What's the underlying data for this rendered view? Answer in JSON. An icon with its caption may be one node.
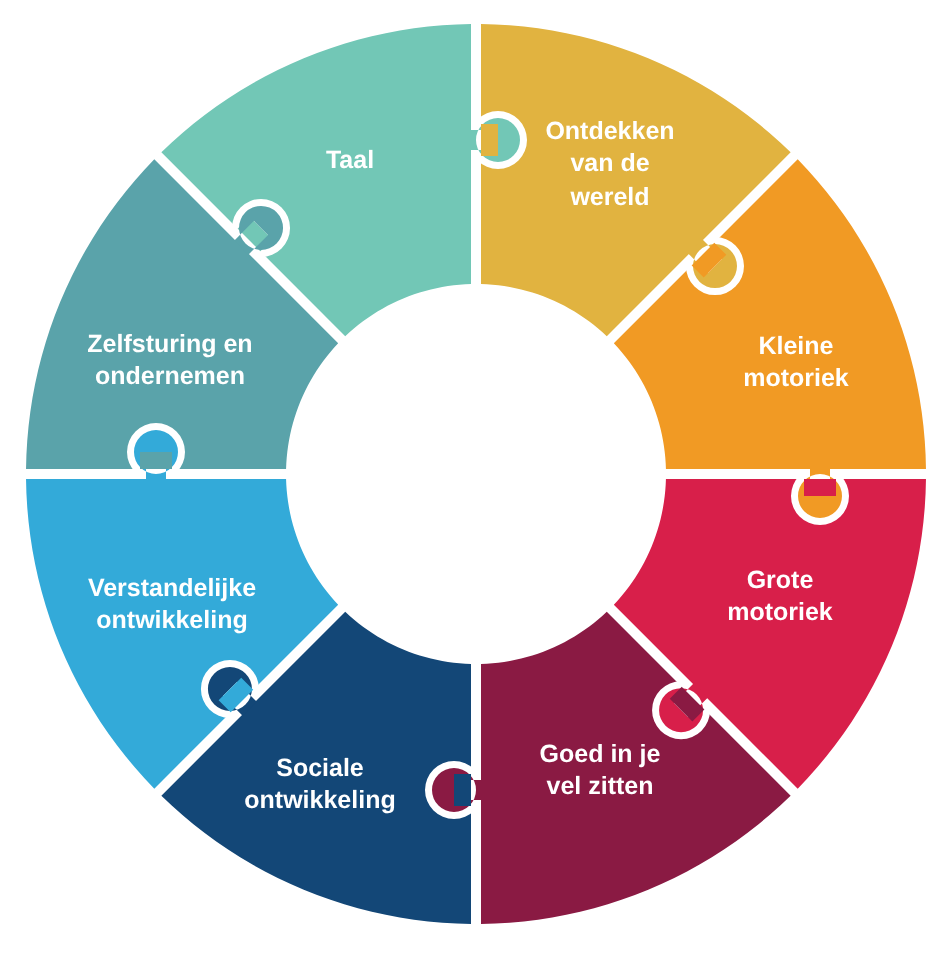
{
  "diagram": {
    "nodes": [
      {
        "text": [
          "Taal"
        ]
      },
      {
        "text": [
          "Ontdekken van de wereld"
        ]
      },
      {
        "text": [
          "Kleine motoriek"
        ]
      },
      {
        "text": [
          "Grote motoriek"
        ]
      },
      {
        "text": [
          "Goed in je vel zitten"
        ]
      },
      {
        "text": [
          "Sociale ontwikkeling"
        ]
      },
      {
        "text": [
          "Verstandelijke ontwikkeling"
        ]
      },
      {
        "text": [
          "Zelfsturing en ondernemen"
        ]
      }
    ]
  }
}
